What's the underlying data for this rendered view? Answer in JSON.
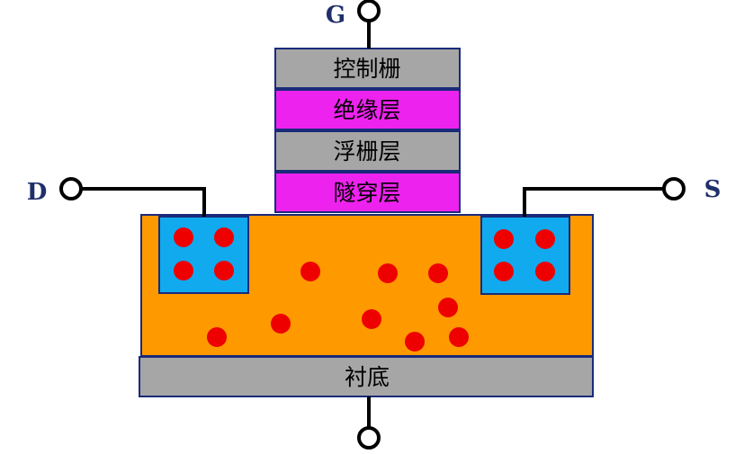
{
  "colors": {
    "gate_gray": "#a6a6a6",
    "insulator_magenta": "#ee22ee",
    "substrate_orange": "#ff9900",
    "well_blue": "#11aaee",
    "electron_red": "#ee0000",
    "wire": "#000000",
    "terminal_text": "#1f2f6b"
  },
  "terminals": {
    "gate": "G",
    "drain": "D",
    "source": "S"
  },
  "layers": {
    "control_gate": "控制栅",
    "insulation_layer": "绝缘层",
    "floating_gate": "浮栅层",
    "tunnel_layer": "隧穿层",
    "substrate": "衬底"
  },
  "icons": {
    "terminal": "open-circle-terminal",
    "electron": "red-dot-electron"
  }
}
